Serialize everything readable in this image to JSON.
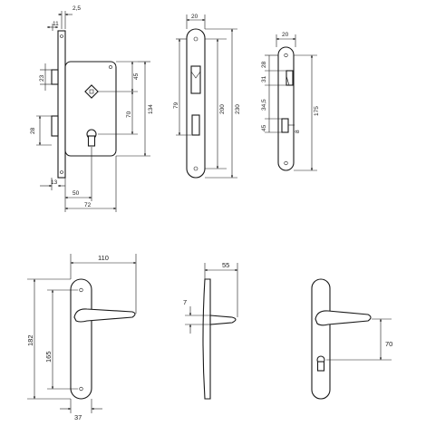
{
  "lock_body": {
    "dims": {
      "thickness": "2,5",
      "faceplate": "11",
      "latch": "23",
      "follower_center": "45",
      "height": "134",
      "follower_to_key": "70",
      "cylinder": "28",
      "bottom": "13",
      "backset": "50",
      "width": "72"
    }
  },
  "faceplate": {
    "dims": {
      "width": "20",
      "upper": "79",
      "inner": "200",
      "total": "230"
    }
  },
  "strike": {
    "dims": {
      "width": "20",
      "top": "28",
      "middle": "31",
      "gap": "34,5",
      "lower": "45",
      "offset": "8",
      "total": "175"
    }
  },
  "handle_plate": {
    "dims": {
      "lever": "110",
      "height": "182",
      "center": "165",
      "width": "37"
    }
  },
  "handle_side": {
    "dims": {
      "projection": "55",
      "thickness": "7"
    }
  },
  "handle_key": {
    "dims": {
      "spacing": "70"
    }
  }
}
